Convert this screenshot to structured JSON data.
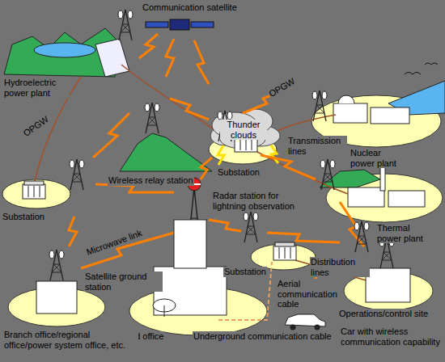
{
  "diagram": {
    "labels": [
      "Communication satellite",
      "Thunder clouds",
      "Hydroelectric power plant",
      "OPGW",
      "Wireless relay station",
      "OPGW",
      "Nuclear power plant",
      "Transmission lines",
      "Substation",
      "Radar station for lightning observation",
      "Thermal power plant",
      "Substation",
      "Microwave link",
      "Distribution lines",
      "Substation",
      "Satellite ground station",
      "Aerial communication cable",
      "Operations/control site",
      "Head office",
      "Underground communication cable",
      "Car with wireless communication capability",
      "Branch office/regional office/power system office, etc."
    ]
  }
}
